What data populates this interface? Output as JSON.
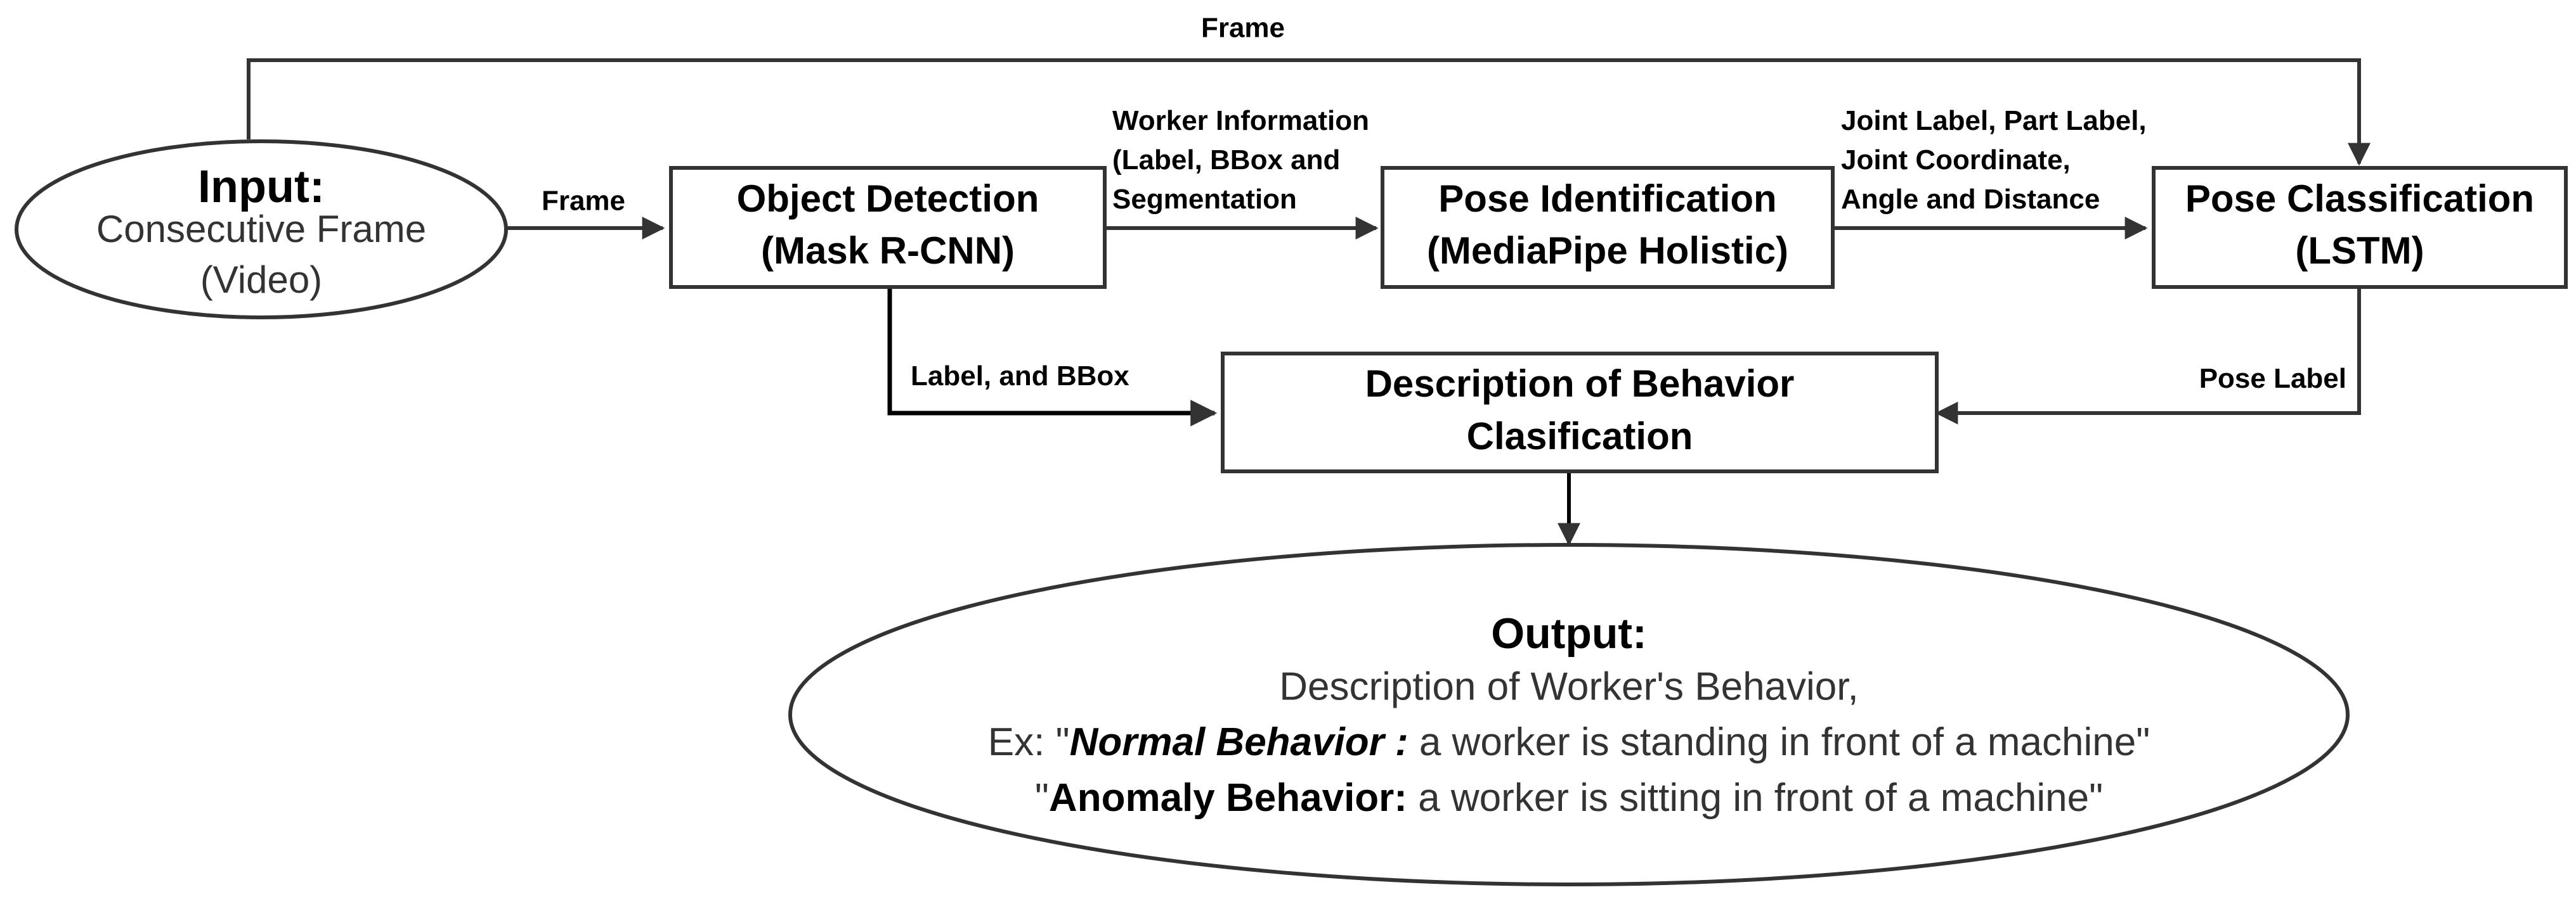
{
  "nodes": {
    "input": {
      "title": "Input:",
      "line1": "Consecutive Frame",
      "line2": "(Video)"
    },
    "object_detection": {
      "line1": "Object Detection",
      "line2": "(Mask R-CNN)"
    },
    "pose_identification": {
      "line1": "Pose Identification",
      "line2": "(MediaPipe Holistic)"
    },
    "pose_classification": {
      "line1": "Pose Classification",
      "line2": "(LSTM)"
    },
    "description": {
      "line1": "Description of Behavior",
      "line2": "Clasification"
    },
    "output": {
      "title": "Output:",
      "line1": "Description of Worker's Behavior,",
      "line2_prefix": "Ex: \"",
      "line2_bold": "Normal Behavior :",
      "line2_rest": " a worker is standing in front of a machine\"",
      "line3_prefix": "\"",
      "line3_bold": "Anomaly Behavior:",
      "line3_rest": " a worker is sitting in front of a machine\""
    }
  },
  "edges": {
    "frame_top": "Frame",
    "frame_input": "Frame",
    "worker_info": [
      "Worker Information",
      "(Label, BBox and",
      "Segmentation"
    ],
    "joint_info": [
      "Joint Label, Part Label,",
      "Joint Coordinate,",
      "Angle and Distance"
    ],
    "label_bbox": "Label, and BBox",
    "pose_label": "Pose Label"
  },
  "colors": {
    "stroke": "#333333",
    "text": "#000000",
    "background": "#ffffff"
  }
}
